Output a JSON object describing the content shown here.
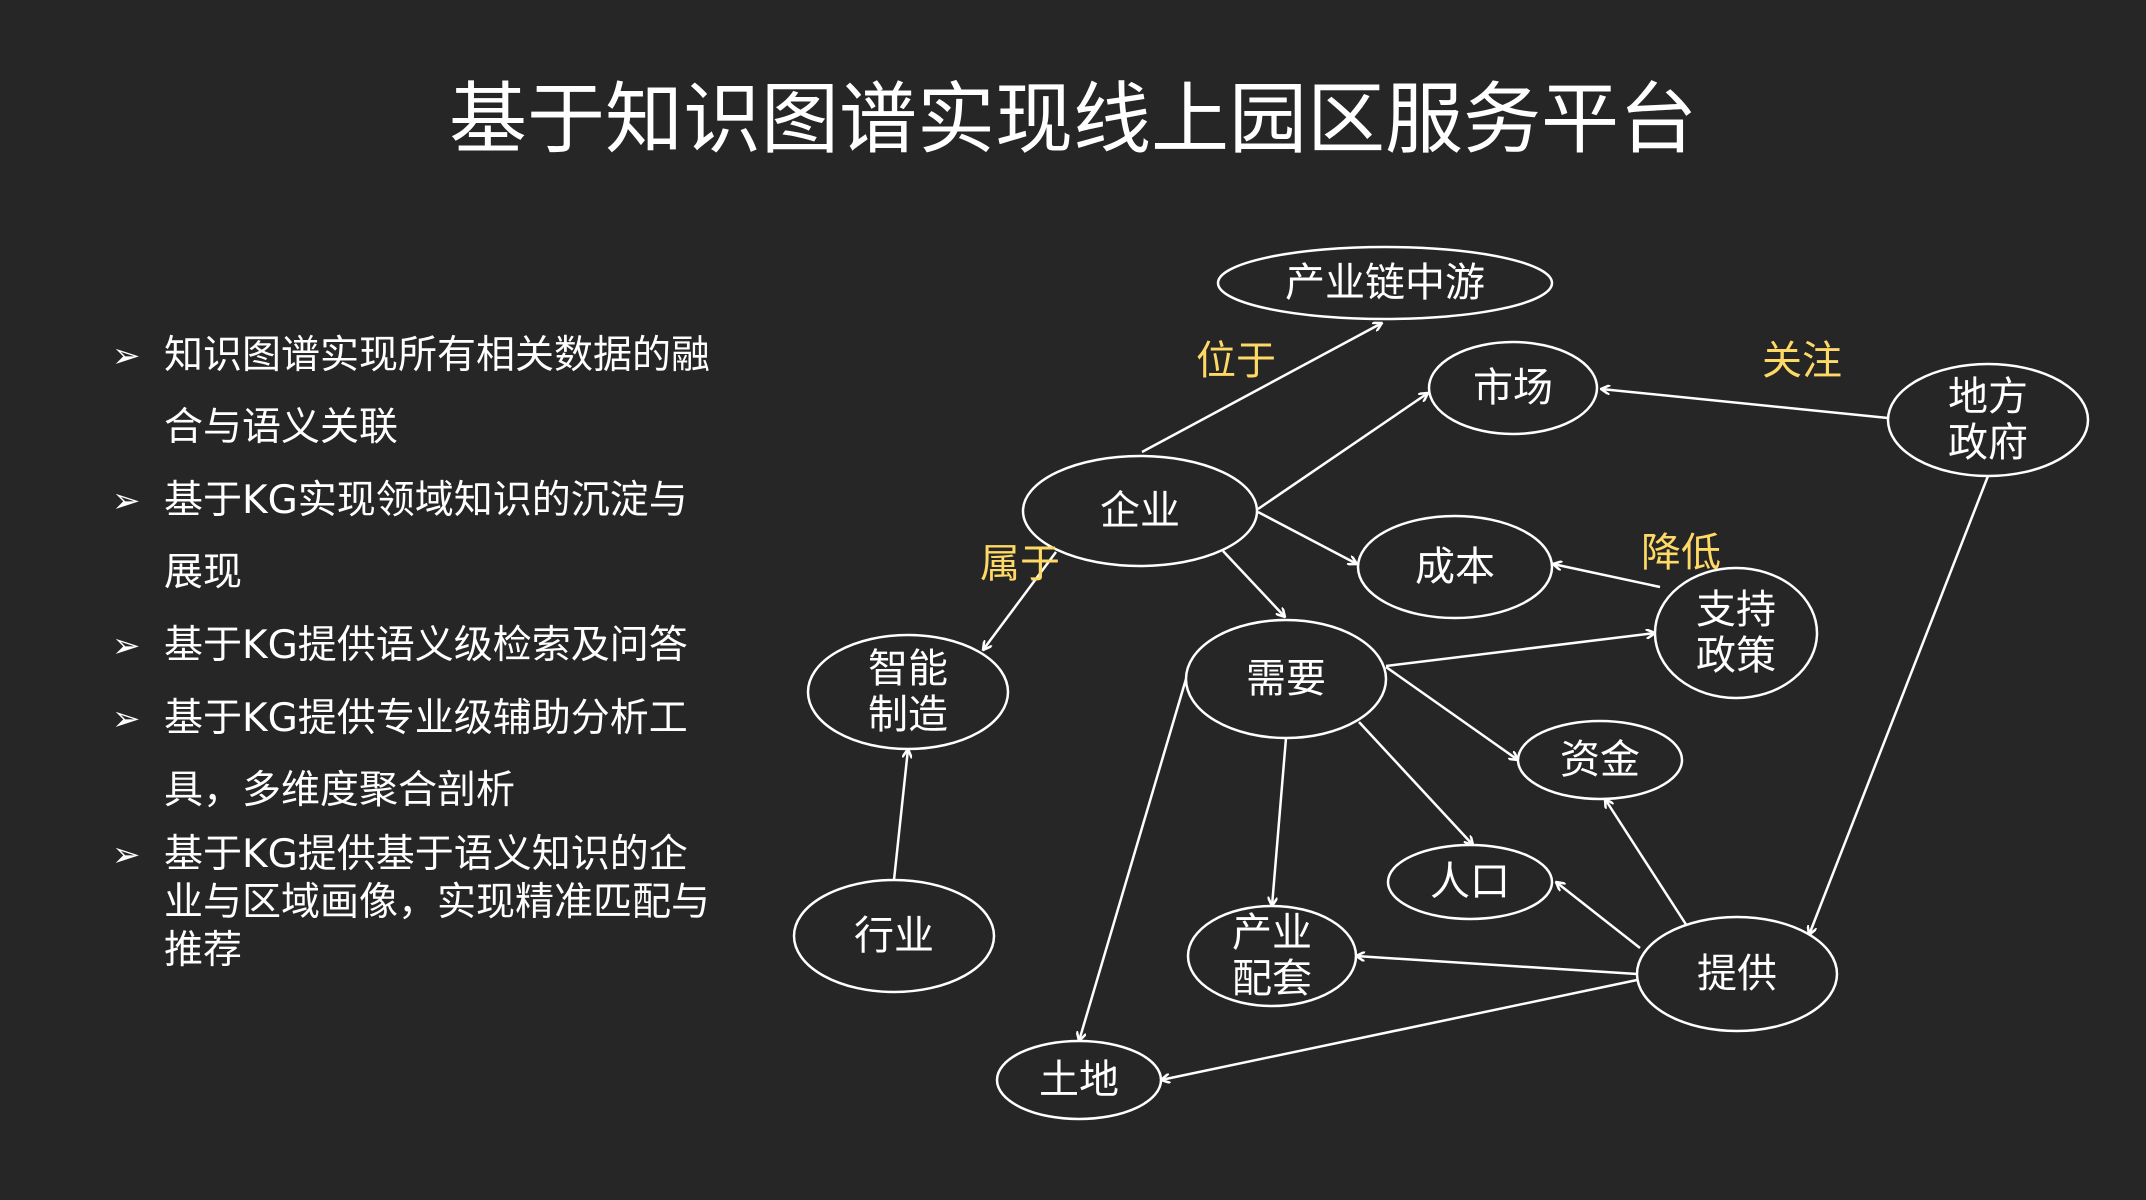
{
  "title": "基于知识图谱实现线上园区服务平台",
  "bullets": [
    {
      "marker": "➢",
      "text": "知识图谱实现所有相关数据的融合与语义关联"
    },
    {
      "marker": "➢",
      "text": "基于KG实现领域知识的沉淀与展现"
    },
    {
      "marker": "➢",
      "text": "基于KG提供语义级检索及问答"
    },
    {
      "marker": "➢",
      "text": "基于KG提供专业级辅助分析工具，多维度聚合剖析"
    },
    {
      "marker": "➢",
      "text": "基于KG提供基于语义知识的企业与区域画像，实现精准匹配与推荐"
    }
  ],
  "graph": {
    "colors": {
      "node": "#ffffff",
      "edge": "#ffffff",
      "edge_label": "#ffd966",
      "background": "#262626"
    },
    "nodes": [
      {
        "id": "midstream",
        "lines": [
          "产业链中游"
        ]
      },
      {
        "id": "market",
        "lines": [
          "市场"
        ]
      },
      {
        "id": "local_gov",
        "lines": [
          "地方",
          "政府"
        ]
      },
      {
        "id": "enterprise",
        "lines": [
          "企业"
        ]
      },
      {
        "id": "cost",
        "lines": [
          "成本"
        ]
      },
      {
        "id": "support_policy",
        "lines": [
          "支持",
          "政策"
        ]
      },
      {
        "id": "smart_mfg",
        "lines": [
          "智能",
          "制造"
        ]
      },
      {
        "id": "needs",
        "lines": [
          "需要"
        ]
      },
      {
        "id": "capital",
        "lines": [
          "资金"
        ]
      },
      {
        "id": "population",
        "lines": [
          "人口"
        ]
      },
      {
        "id": "industry",
        "lines": [
          "行业"
        ]
      },
      {
        "id": "supporting_facilities",
        "lines": [
          "产业",
          "配套"
        ]
      },
      {
        "id": "provide",
        "lines": [
          "提供"
        ]
      },
      {
        "id": "land",
        "lines": [
          "土地"
        ]
      }
    ],
    "edges": [
      {
        "from": "enterprise",
        "to": "midstream",
        "label": "位于"
      },
      {
        "from": "enterprise",
        "to": "market",
        "label": ""
      },
      {
        "from": "enterprise",
        "to": "cost",
        "label": ""
      },
      {
        "from": "enterprise",
        "to": "needs",
        "label": ""
      },
      {
        "from": "enterprise",
        "to": "smart_mfg",
        "label": "属于"
      },
      {
        "from": "local_gov",
        "to": "market",
        "label": "关注"
      },
      {
        "from": "local_gov",
        "to": "provide",
        "label": ""
      },
      {
        "from": "support_policy",
        "to": "cost",
        "label": "降低"
      },
      {
        "from": "needs",
        "to": "support_policy",
        "label": ""
      },
      {
        "from": "needs",
        "to": "capital",
        "label": ""
      },
      {
        "from": "needs",
        "to": "population",
        "label": ""
      },
      {
        "from": "needs",
        "to": "supporting_facilities",
        "label": ""
      },
      {
        "from": "needs",
        "to": "land",
        "label": ""
      },
      {
        "from": "industry",
        "to": "smart_mfg",
        "label": ""
      },
      {
        "from": "provide",
        "to": "capital",
        "label": ""
      },
      {
        "from": "provide",
        "to": "population",
        "label": ""
      },
      {
        "from": "provide",
        "to": "supporting_facilities",
        "label": ""
      },
      {
        "from": "provide",
        "to": "land",
        "label": ""
      }
    ]
  }
}
